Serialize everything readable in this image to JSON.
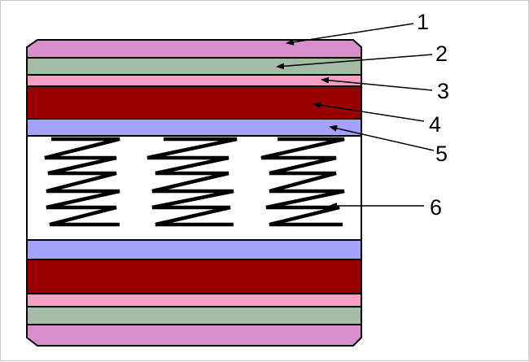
{
  "colors": {
    "cover": "#d68fca",
    "layer2": "#a3bca3",
    "layer3": "#f79fc3",
    "layer4": "#990000",
    "layer5": "#a2a2fa",
    "core": "#ffffff",
    "outline": "#000000"
  },
  "callouts": [
    {
      "number": "1"
    },
    {
      "number": "2"
    },
    {
      "number": "3"
    },
    {
      "number": "4"
    },
    {
      "number": "5"
    },
    {
      "number": "6"
    }
  ]
}
